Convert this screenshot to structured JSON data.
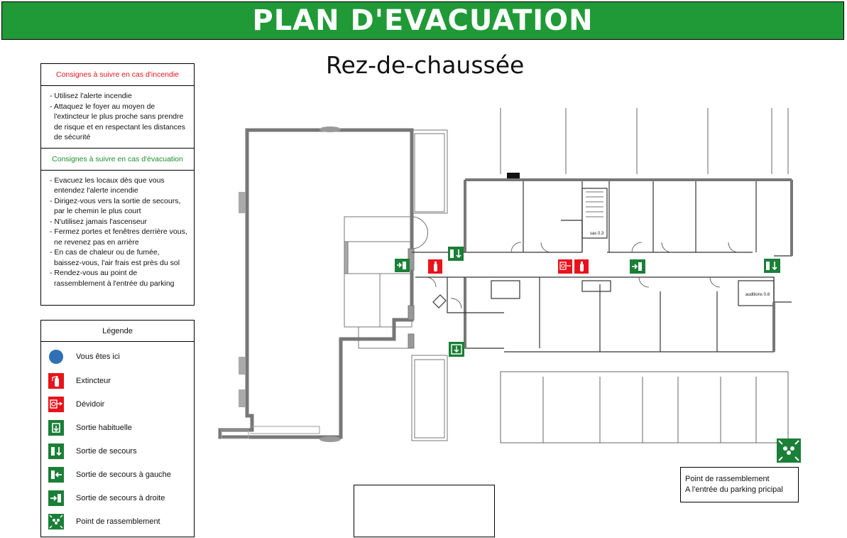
{
  "header": {
    "title": "PLAN D'EVACUATION",
    "floor": "Rez-de-chaussée"
  },
  "consignes": {
    "incendie_title": "Consignes à suivre en cas d'incendie",
    "incendie_items": [
      "- Utilisez l'alerte incendie",
      "- Attaquez le foyer au moyen de l'extincteur le plus proche sans prendre de risque et en respectant les distances de sécurité"
    ],
    "evacuation_title": "Consignes à suivre en cas d'évacuation",
    "evacuation_items": [
      "- Evacuez les locaux dès que vous entendez l'alerte incendie",
      "- Dirigez-vous vers la sortie de secours, par le chemin le plus court",
      "- N'utilisez jamais l'ascenseur",
      "- Fermez portes et fenêtres derrière vous, ne revenez pas en arrière",
      "- En cas de chaleur ou de fumée, baissez-vous, l'air frais est près du sol",
      "- Rendez-vous au point de rassemblement à l'entrée du parking"
    ]
  },
  "legend": {
    "title": "Légende",
    "items": [
      {
        "icon": "you-are-here-icon",
        "label": "Vous êtes ici"
      },
      {
        "icon": "extinguisher-icon",
        "label": "Extincteur"
      },
      {
        "icon": "hose-reel-icon",
        "label": "Dévidoir"
      },
      {
        "icon": "usual-exit-icon",
        "label": "Sortie habituelle"
      },
      {
        "icon": "emergency-exit-icon",
        "label": "Sortie de secours"
      },
      {
        "icon": "emergency-exit-left-icon",
        "label": "Sortie de secours à gauche"
      },
      {
        "icon": "emergency-exit-right-icon",
        "label": "Sortie de secours à droite"
      },
      {
        "icon": "assembly-point-icon",
        "label": "Point de rassemblement"
      }
    ]
  },
  "plan": {
    "room_sas": "sas 0.3",
    "room_auditions": "auditions 0.8"
  },
  "rally": {
    "line1": "Point de rassemblement",
    "line2": "A l'entrée du parking pricipal"
  },
  "colors": {
    "banner": "#1f9a36",
    "safety_green": "#1a7f37",
    "fire_red": "#e8131b",
    "you_are_here": "#2f6fb5",
    "wall": "#777777"
  }
}
